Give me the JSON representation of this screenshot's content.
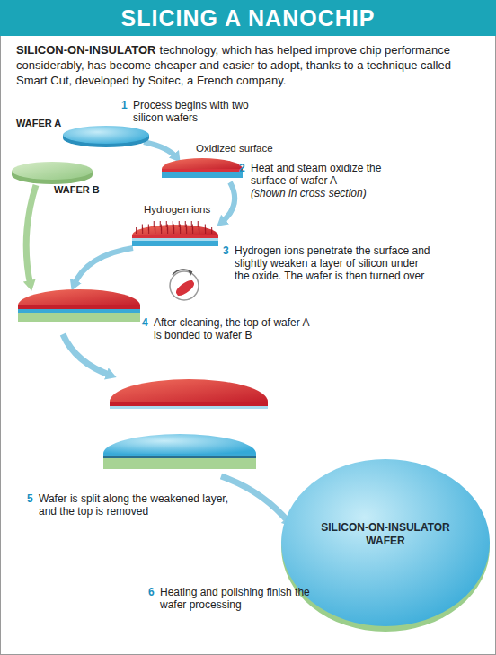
{
  "diagram": {
    "title": "SLICING A NANOCHIP",
    "nodes": [
      {
        "text": [
          "SILICON-ON-INSULATOR WAFER"
        ]
      }
    ],
    "labels": [
      "SILICON-ON-INSULATOR",
      "technology, which has helped improve chip performance considerably, has become cheaper and easier to adopt, thanks to a technique called Smart Cut, developed by Soitec, a French company.",
      "WAFER A",
      "1",
      "Process begins with two silicon wafers",
      "Oxidized surface",
      "WAFER B",
      "2",
      "Heat and steam oxidize the surface of wafer A",
      "(shown in cross section)",
      "Hydrogen ions",
      "3",
      "Hydrogen ions penetrate the surface and slightly weaken a layer of silicon under the oxide. The wafer is then turned over",
      "4",
      "After cleaning, the top of wafer A is bonded to wafer B",
      "5",
      "Wafer is split along the weakened layer, and the top is removed",
      "6",
      "Heating and polishing finish the wafer processing"
    ]
  }
}
